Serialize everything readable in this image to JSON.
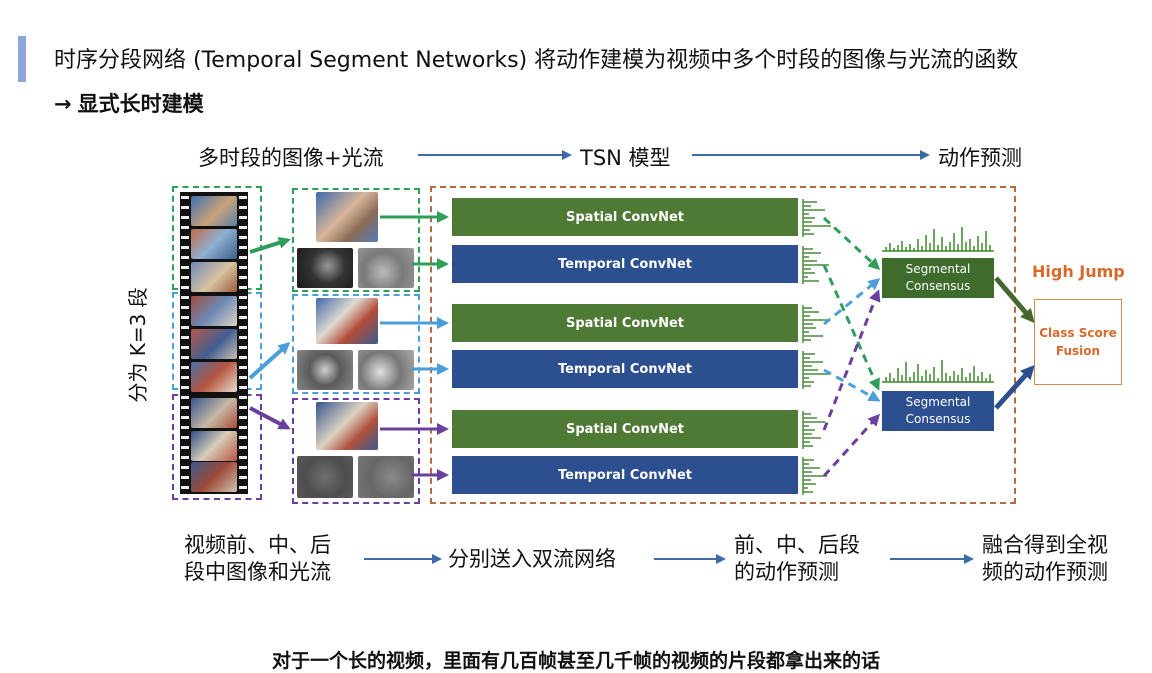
{
  "heading": "时序分段网络 (Temporal Segment Networks) 将动作建模为视频中多个时段的图像与光流的函数",
  "subheading": {
    "arrow": "→",
    "text": "显式长时建模"
  },
  "top_flow": [
    "多时段的图像+光流",
    "TSN 模型",
    "动作预测"
  ],
  "side_label": "分为 K=3 段",
  "segments": [
    {
      "spatial": "Spatial ConvNet",
      "temporal": "Temporal ConvNet",
      "color": "#2e9e5a"
    },
    {
      "spatial": "Spatial ConvNet",
      "temporal": "Temporal ConvNet",
      "color": "#4a9fd8"
    },
    {
      "spatial": "Spatial ConvNet",
      "temporal": "Temporal ConvNet",
      "color": "#6b3f9e"
    }
  ],
  "consensus": [
    "Segmental\nConsensus",
    "Segmental\nConsensus"
  ],
  "result_label": "High Jump",
  "fusion_label": "Class Score\nFusion",
  "bottom_flow": [
    "视频前、中、后\n段中图像和光流",
    "分别送入双流网络",
    "前、中、后段\n的动作预测",
    "融合得到全视\n频的动作预测"
  ],
  "caption": "对于一个长的视频，里面有几百帧甚至几千帧的视频的片段都拿出来的话",
  "colors": {
    "spatial": "#4e7a35",
    "temporal": "#2c4f8f",
    "orange": "#d9692a",
    "arrow": "#3e6aa8",
    "accent": "#8fa6d8"
  }
}
